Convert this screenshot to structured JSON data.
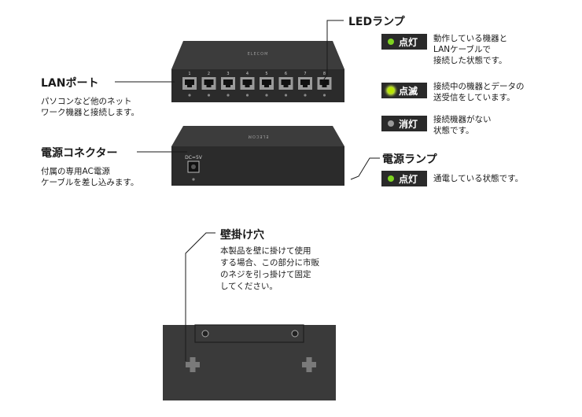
{
  "lan_port": {
    "title": "LANポート",
    "desc": [
      "パソコンなど他のネット",
      "ワーク機器と接続します。"
    ]
  },
  "power_connector": {
    "title": "電源コネクター",
    "desc": [
      "付属の専用AC電源",
      "ケーブルを差し込みます。"
    ]
  },
  "led_lamp": {
    "title": "LEDランプ",
    "states": [
      {
        "label": "点灯",
        "dot_color": "#7ed321",
        "desc": [
          "動作している機器と",
          "LANケーブルで",
          "接続した状態です。"
        ]
      },
      {
        "label": "点滅",
        "dot_color": "#b8e600",
        "desc": [
          "接続中の機器とデータの",
          "送受信をしています。"
        ]
      },
      {
        "label": "消灯",
        "dot_color": "#9a9a9a",
        "desc": [
          "接続機器がない",
          "状態です。"
        ]
      }
    ]
  },
  "power_lamp": {
    "title": "電源ランプ",
    "state": {
      "label": "点灯",
      "dot_color": "#7ed321",
      "desc": "通電している状態です。"
    }
  },
  "wall_mount": {
    "title": "壁掛け穴",
    "desc": [
      "本製品を壁に掛けて使用",
      "する場合、この部分に市販",
      "のネジを引っ掛けて固定",
      "してください。"
    ]
  },
  "device": {
    "brand": "ELECOM",
    "port_numbers": [
      "1",
      "2",
      "3",
      "4",
      "5",
      "6",
      "7",
      "8"
    ],
    "dc_label": "DC=5V"
  }
}
